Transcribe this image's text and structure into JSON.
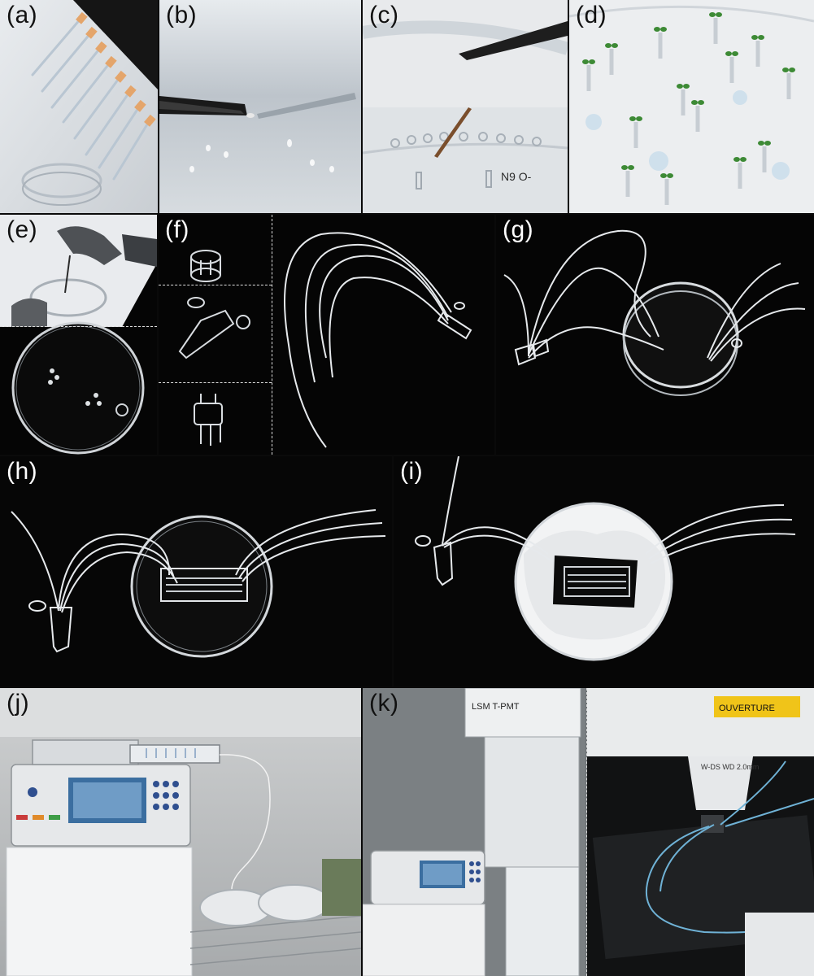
{
  "figure": {
    "panels": [
      {
        "id": "a",
        "label": "(a)"
      },
      {
        "id": "b",
        "label": "(b)"
      },
      {
        "id": "c",
        "label": "(c)",
        "plate_marking": "N9  O-"
      },
      {
        "id": "d",
        "label": "(d)"
      },
      {
        "id": "e",
        "label": "(e)"
      },
      {
        "id": "f",
        "label": "(f)"
      },
      {
        "id": "g",
        "label": "(g)"
      },
      {
        "id": "h",
        "label": "(h)"
      },
      {
        "id": "i",
        "label": "(i)"
      },
      {
        "id": "j",
        "label": "(j)"
      },
      {
        "id": "k",
        "label": "(k)",
        "microscope_text": "LSM T-PMT",
        "warning_text": "OUVERTURE",
        "objective_text": "W-DS\nWD 2.0mm"
      }
    ]
  }
}
